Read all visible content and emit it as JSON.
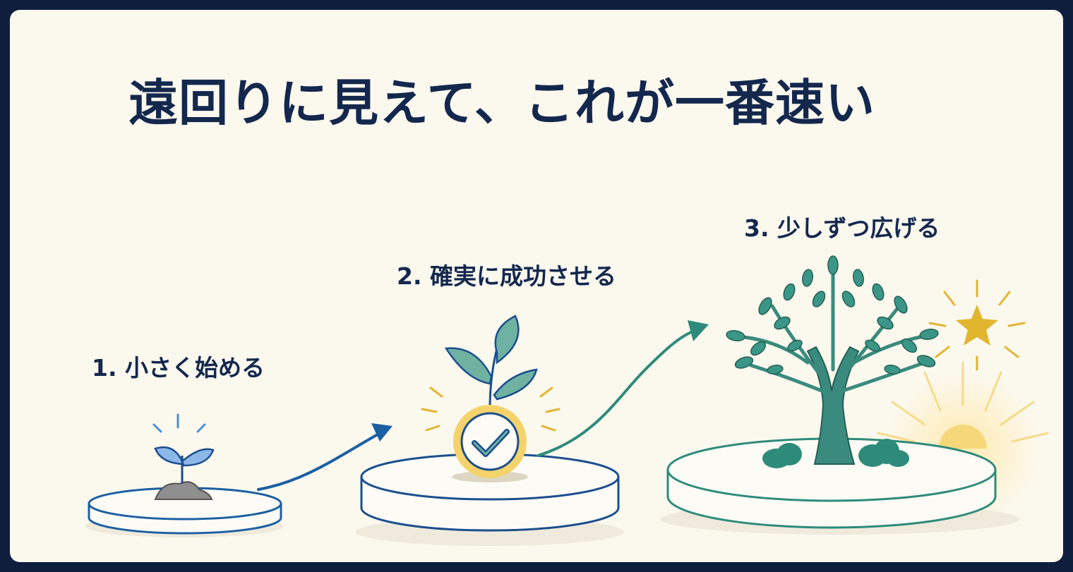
{
  "title": "遠回りに見えて、これが一番速い",
  "steps": [
    {
      "label": "1. 小さく始める",
      "icon": "sprout-icon"
    },
    {
      "label": "2. 確実に成功させる",
      "icon": "check-badge-icon"
    },
    {
      "label": "3. 少しずつ広げる",
      "icon": "tree-icon"
    }
  ],
  "colors": {
    "background": "#0f1e3d",
    "card": "#fbf8ee",
    "title": "#14284e",
    "step1": "#1b5fa3",
    "step2": "#1b4f8f",
    "step3": "#2e8b7a",
    "accent": "#e6b73a"
  }
}
